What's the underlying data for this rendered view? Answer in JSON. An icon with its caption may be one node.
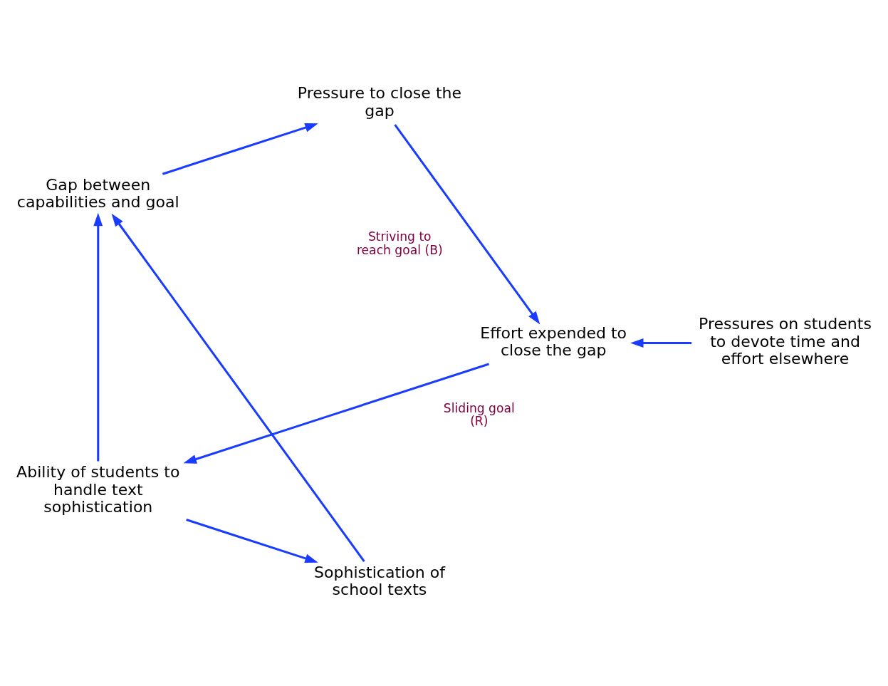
{
  "diagram": {
    "nodes": [
      {
        "text": [
          "Sophistication of school texts"
        ]
      },
      {
        "text": [
          "Gap between capabilities and goal"
        ]
      },
      {
        "text": [
          "Pressure to close the gap"
        ]
      },
      {
        "text": [
          "Effort expended to close the gap"
        ]
      },
      {
        "text": [
          "Ability of students to handle text sophistication"
        ]
      },
      {
        "text": [
          "Pressures on students to devote time and effort elsewhere"
        ]
      }
    ],
    "edges": [
      {
        "from": 0,
        "to": 1,
        "arrow": "to"
      },
      {
        "from": 1,
        "to": 2,
        "arrow": "to"
      },
      {
        "from": 2,
        "to": 3,
        "arrow": "to"
      },
      {
        "from": 3,
        "to": 4,
        "arrow": "to"
      },
      {
        "from": 4,
        "to": 1,
        "arrow": "to"
      },
      {
        "from": 4,
        "to": 0,
        "arrow": "to"
      },
      {
        "from": 5,
        "to": 3,
        "arrow": "to"
      }
    ],
    "labels": [
      "Sliding goal (R)",
      "Striving to reach goal (B)"
    ]
  }
}
